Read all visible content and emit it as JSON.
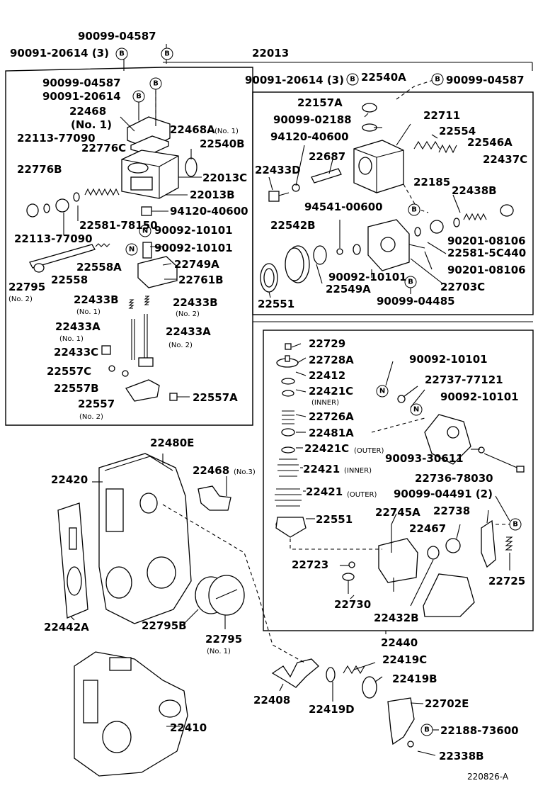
{
  "labels": {
    "l_90099_04587_top": "90099-04587",
    "l_90091_20614_top": "90091-20614 (3)",
    "l_22013": "22013",
    "l_90099_04587_b": "90099-04587",
    "l_90091_20614_b": "90091-20614",
    "l_22468": "22468",
    "l_22468_no1": "(No. 1)",
    "l_22113_77090_a": "22113-77090",
    "l_22468a": "22468A",
    "l_22468a_no1": "(No. 1)",
    "l_22776c": "22776C",
    "l_22540b": "22540B",
    "l_22776b": "22776B",
    "l_22013c": "22013C",
    "l_22013b": "22013B",
    "l_94120_40600_a": "94120-40600",
    "l_22581_78150": "22581-78150",
    "l_90092_10101_a": "90092-10101",
    "l_22113_77090_b": "22113-77090",
    "l_90092_10101_b": "90092-10101",
    "l_22749a": "22749A",
    "l_22558a": "22558A",
    "l_22761b": "22761B",
    "l_22795": "22795",
    "l_22795_no2": "(No. 2)",
    "l_22558": "22558",
    "l_22433b_1": "22433B",
    "l_22433b_1_no1": "(No. 1)",
    "l_22433b_2": "22433B",
    "l_22433b_2_no2": "(No. 2)",
    "l_22433a_1": "22433A",
    "l_22433a_1_no1": "(No. 1)",
    "l_22433a_2": "22433A",
    "l_22433a_2_no2": "(No. 2)",
    "l_22433c": "22433C",
    "l_22557c": "22557C",
    "l_22557b": "22557B",
    "l_22557": "22557",
    "l_22557_no2": "(No. 2)",
    "l_22557a": "22557A",
    "l_90091_20614_r": "90091-20614 (3)",
    "l_22540a": "22540A",
    "l_90099_04587_r": "90099-04587",
    "l_22157a": "22157A",
    "l_22711": "22711",
    "l_90099_02188": "90099-02188",
    "l_22554": "22554",
    "l_94120_40600_b": "94120-40600",
    "l_22546a": "22546A",
    "l_22687": "22687",
    "l_22437c": "22437C",
    "l_22433d": "22433D",
    "l_22185": "22185",
    "l_22438b": "22438B",
    "l_94541_00600": "94541-00600",
    "l_22542b": "22542B",
    "l_90201_08106_a": "90201-08106",
    "l_22581_5c440": "22581-5C440",
    "l_90092_10101_c": "90092-10101",
    "l_90201_08106_b": "90201-08106",
    "l_22549a": "22549A",
    "l_22703c": "22703C",
    "l_22551_a": "22551",
    "l_90099_04485": "90099-04485",
    "l_22729": "22729",
    "l_22728a": "22728A",
    "l_90092_10101_d": "90092-10101",
    "l_22412": "22412",
    "l_22737_77121": "22737-77121",
    "l_22421c_a": "22421C",
    "l_inner_a": "(INNER)",
    "l_90092_10101_e": "90092-10101",
    "l_22726a": "22726A",
    "l_22481a": "22481A",
    "l_22421c_b": "22421C",
    "l_outer_a": "(OUTER)",
    "l_90093_30611": "90093-30611",
    "l_22421_a": "22421",
    "l_inner_b": "(INNER)",
    "l_22736_78030": "22736-78030",
    "l_22421_b": "22421",
    "l_outer_b": "(OUTER)",
    "l_90099_04491": "90099-04491 (2)",
    "l_22551_b": "22551",
    "l_22745a": "22745A",
    "l_22738": "22738",
    "l_22467": "22467",
    "l_22723": "22723",
    "l_22725": "22725",
    "l_22730": "22730",
    "l_22432b": "22432B",
    "l_22440": "22440",
    "l_22480e": "22480E",
    "l_22420": "22420",
    "l_22468_no3": "22468",
    "l_no3": "(No.3)",
    "l_22442a": "22442A",
    "l_22795b": "22795B",
    "l_22795_b": "22795",
    "l_22795_b_no1": "(No. 1)",
    "l_22419c": "22419C",
    "l_22419b": "22419B",
    "l_22408": "22408",
    "l_22419d": "22419D",
    "l_22702e": "22702E",
    "l_22188_73600": "22188-73600",
    "l_22410": "22410",
    "l_22338b": "22338B",
    "l_ref": "220826-A"
  },
  "markers": {
    "b": "B",
    "n": "N"
  }
}
